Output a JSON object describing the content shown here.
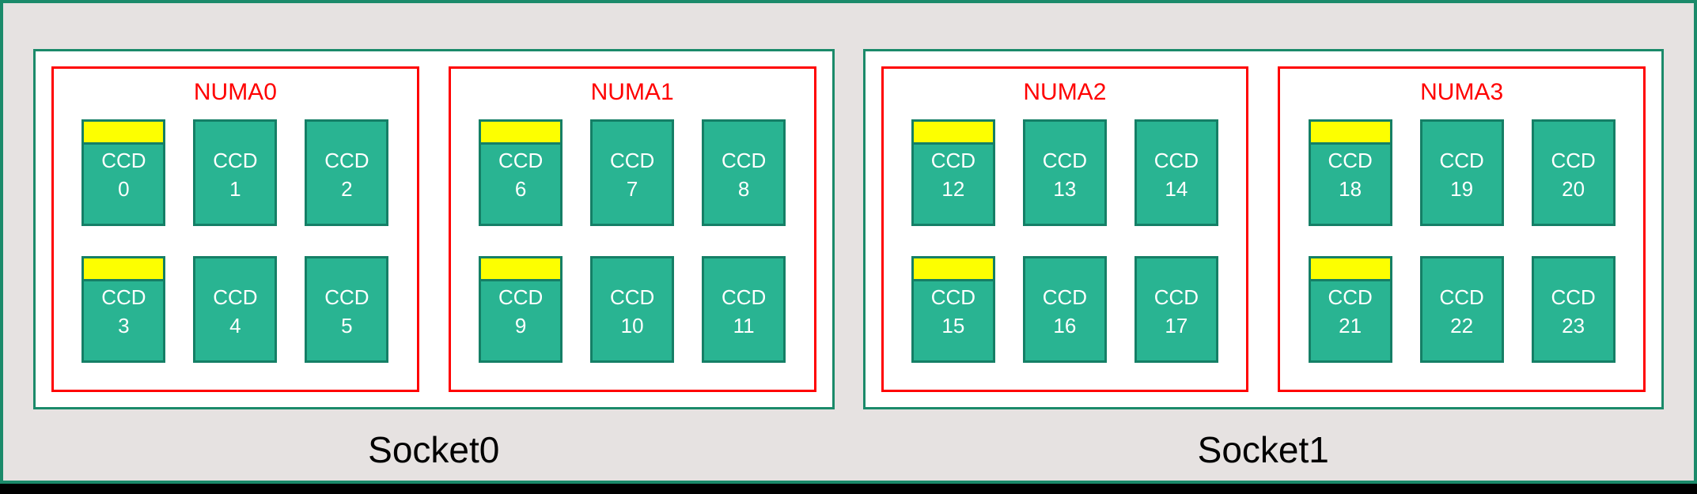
{
  "colors": {
    "frame_border": "#1b8a6a",
    "socket_border": "#1b8a6a",
    "socket_fill": "#ffffff",
    "numa_border": "#ff0000",
    "numa_label_text": "#ff0000",
    "ccd_fill": "#29b492",
    "ccd_border": "#157f66",
    "ccd_text": "#ffffff",
    "highlight_strip": "#fdff00",
    "background": "#e6e2e1",
    "bottom_bar": "#000000",
    "socket_label_text": "#000000"
  },
  "sockets": [
    {
      "label": "Socket0",
      "numas": [
        {
          "label": "NUMA0",
          "ccds": [
            {
              "title": "CCD",
              "number": "0",
              "highlighted": true
            },
            {
              "title": "CCD",
              "number": "1",
              "highlighted": false
            },
            {
              "title": "CCD",
              "number": "2",
              "highlighted": false
            },
            {
              "title": "CCD",
              "number": "3",
              "highlighted": true
            },
            {
              "title": "CCD",
              "number": "4",
              "highlighted": false
            },
            {
              "title": "CCD",
              "number": "5",
              "highlighted": false
            }
          ]
        },
        {
          "label": "NUMA1",
          "ccds": [
            {
              "title": "CCD",
              "number": "6",
              "highlighted": true
            },
            {
              "title": "CCD",
              "number": "7",
              "highlighted": false
            },
            {
              "title": "CCD",
              "number": "8",
              "highlighted": false
            },
            {
              "title": "CCD",
              "number": "9",
              "highlighted": true
            },
            {
              "title": "CCD",
              "number": "10",
              "highlighted": false
            },
            {
              "title": "CCD",
              "number": "11",
              "highlighted": false
            }
          ]
        }
      ]
    },
    {
      "label": "Socket1",
      "numas": [
        {
          "label": "NUMA2",
          "ccds": [
            {
              "title": "CCD",
              "number": "12",
              "highlighted": true
            },
            {
              "title": "CCD",
              "number": "13",
              "highlighted": false
            },
            {
              "title": "CCD",
              "number": "14",
              "highlighted": false
            },
            {
              "title": "CCD",
              "number": "15",
              "highlighted": true
            },
            {
              "title": "CCD",
              "number": "16",
              "highlighted": false
            },
            {
              "title": "CCD",
              "number": "17",
              "highlighted": false
            }
          ]
        },
        {
          "label": "NUMA3",
          "ccds": [
            {
              "title": "CCD",
              "number": "18",
              "highlighted": true
            },
            {
              "title": "CCD",
              "number": "19",
              "highlighted": false
            },
            {
              "title": "CCD",
              "number": "20",
              "highlighted": false
            },
            {
              "title": "CCD",
              "number": "21",
              "highlighted": true
            },
            {
              "title": "CCD",
              "number": "22",
              "highlighted": false
            },
            {
              "title": "CCD",
              "number": "23",
              "highlighted": false
            }
          ]
        }
      ]
    }
  ]
}
